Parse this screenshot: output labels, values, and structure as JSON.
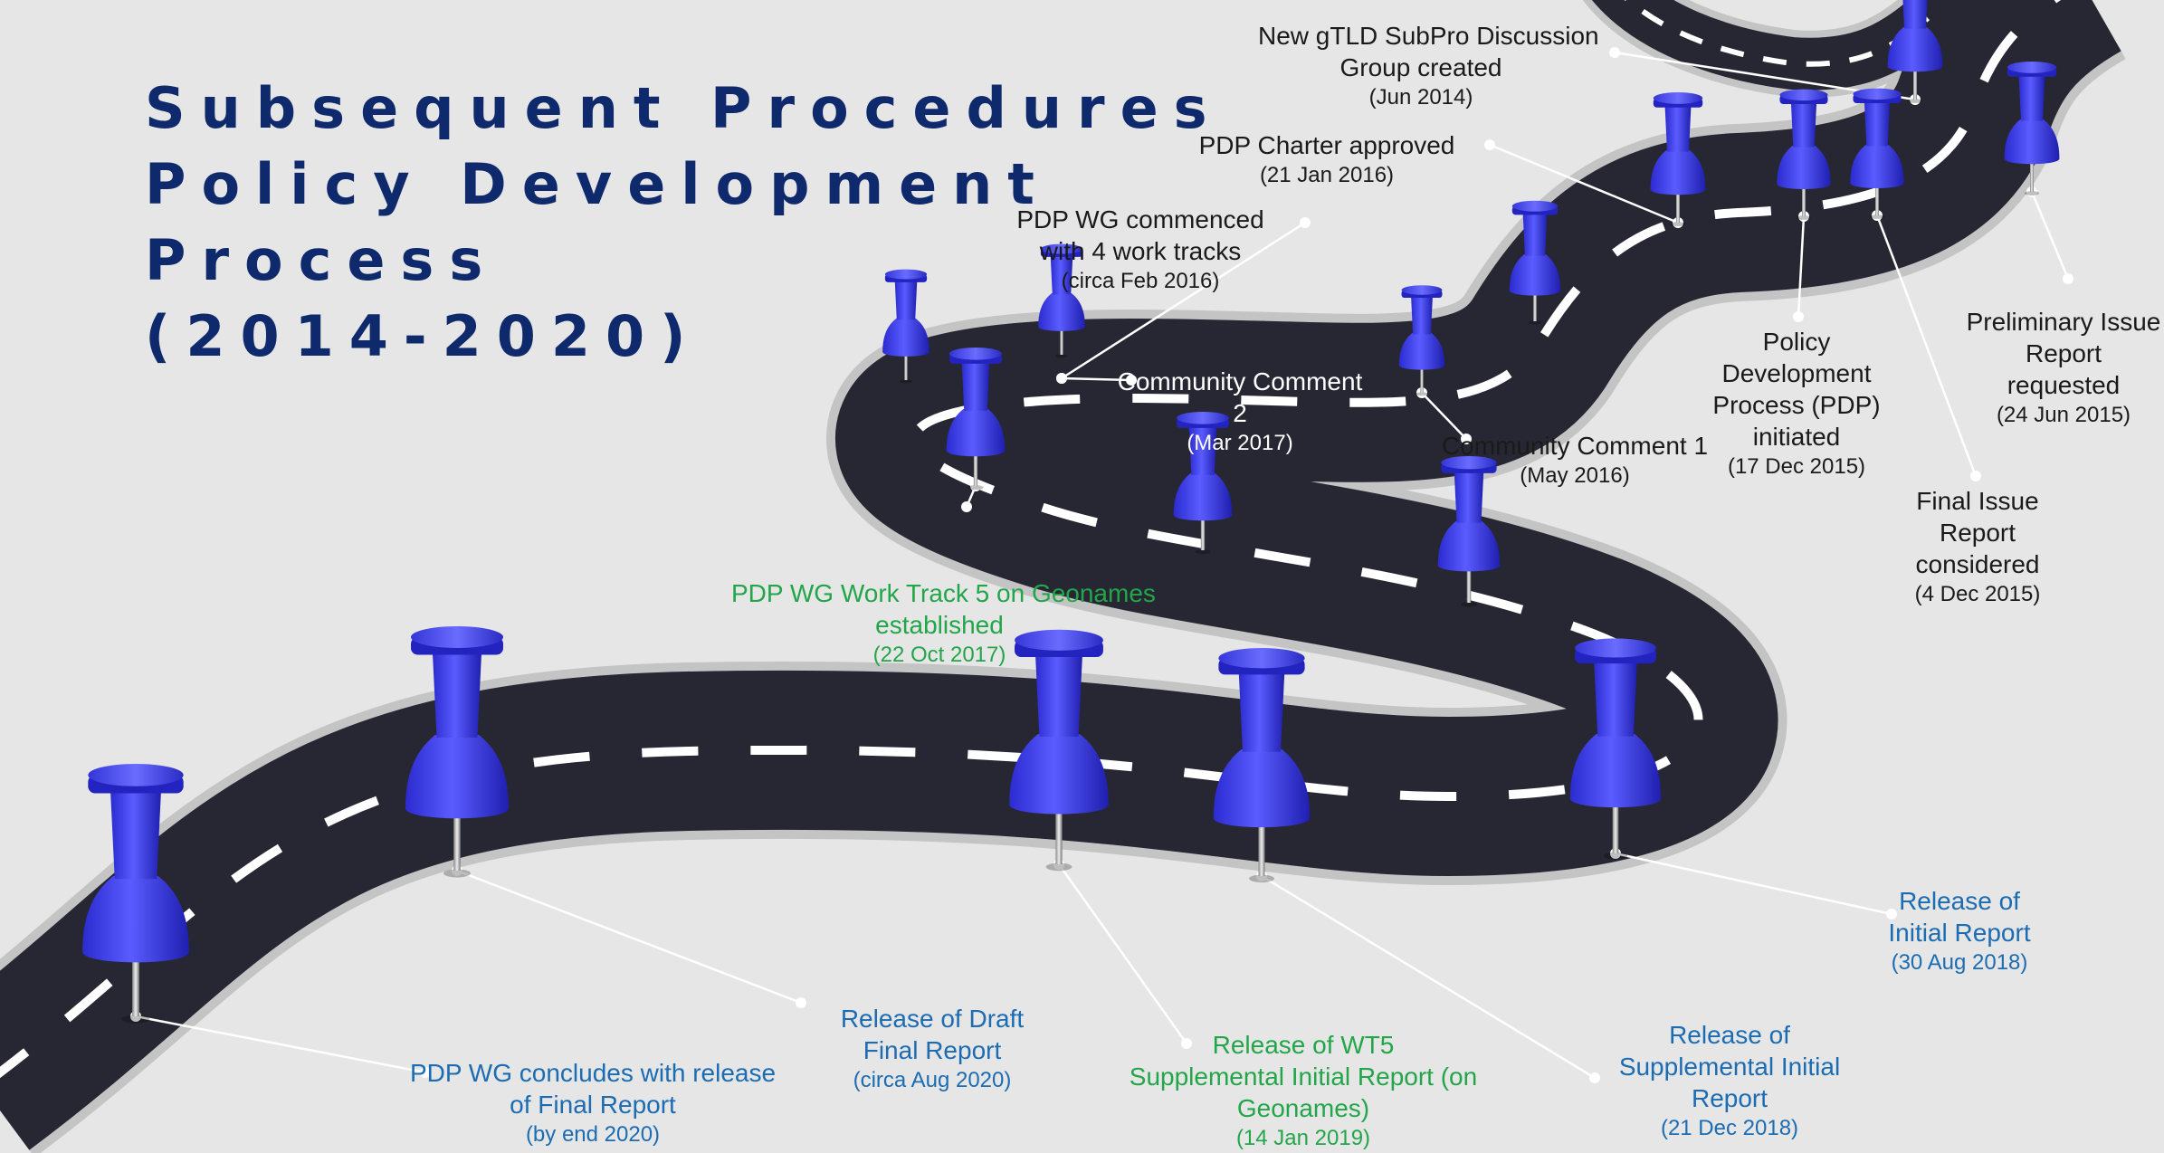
{
  "title": {
    "line1": "Subsequent Procedures",
    "line2": "Policy Development",
    "line3": "Process",
    "line4": "(2014-2020)"
  },
  "milestones": [
    {
      "id": "new-gtld-discussion-group",
      "lines": [
        "New gTLD SubPro Discussion",
        "Group created"
      ],
      "date": "(Jun 2014)",
      "color": "#1a1a1a"
    },
    {
      "id": "preliminary-issue-report",
      "lines": [
        "Preliminary Issue",
        "Report",
        "requested"
      ],
      "date": "(24 Jun 2015)",
      "color": "#1a1a1a"
    },
    {
      "id": "final-issue-report",
      "lines": [
        "Final Issue",
        "Report",
        "considered"
      ],
      "date": "(4 Dec 2015)",
      "color": "#1a1a1a"
    },
    {
      "id": "pdp-initiated",
      "lines": [
        "Policy",
        "Development",
        "Process (PDP)",
        "initiated"
      ],
      "date": "(17 Dec 2015)",
      "color": "#1a1a1a"
    },
    {
      "id": "pdp-charter-approved",
      "lines": [
        "PDP Charter approved"
      ],
      "date": "(21 Jan 2016)",
      "color": "#1a1a1a"
    },
    {
      "id": "pdp-wg-commenced",
      "lines": [
        "PDP WG commenced",
        "with 4 work tracks"
      ],
      "date": "(circa Feb 2016)",
      "color": "#1a1a1a"
    },
    {
      "id": "community-comment-1",
      "lines": [
        "Community Comment 1"
      ],
      "date": "(May 2016)",
      "color": "#1a1a1a"
    },
    {
      "id": "community-comment-2",
      "lines": [
        "Community Comment",
        "2"
      ],
      "date": "(Mar 2017)",
      "color": "#ffffff"
    },
    {
      "id": "work-track-5",
      "lines": [
        "PDP WG Work Track 5 on Geonames",
        "established"
      ],
      "date": "(22 Oct 2017)",
      "color": "#22a649"
    },
    {
      "id": "initial-report",
      "lines": [
        "Release of",
        "Initial Report"
      ],
      "date": "(30 Aug 2018)",
      "color": "#1b6cb3"
    },
    {
      "id": "supplemental-initial-report",
      "lines": [
        "Release of",
        "Supplemental Initial",
        "Report"
      ],
      "date": "(21 Dec 2018)",
      "color": "#1b6cb3"
    },
    {
      "id": "wt5-supplemental-report",
      "lines": [
        "Release of WT5",
        "Supplemental Initial Report (on",
        "Geonames)"
      ],
      "date": "(14 Jan 2019)",
      "color": "#22a649"
    },
    {
      "id": "draft-final-report",
      "lines": [
        "Release of Draft",
        "Final Report"
      ],
      "date": "(circa Aug 2020)",
      "color": "#1b6cb3"
    },
    {
      "id": "final-report",
      "lines": [
        "PDP WG concludes with release",
        "of Final Report"
      ],
      "date": "(by end 2020)",
      "color": "#1b6cb3"
    }
  ]
}
